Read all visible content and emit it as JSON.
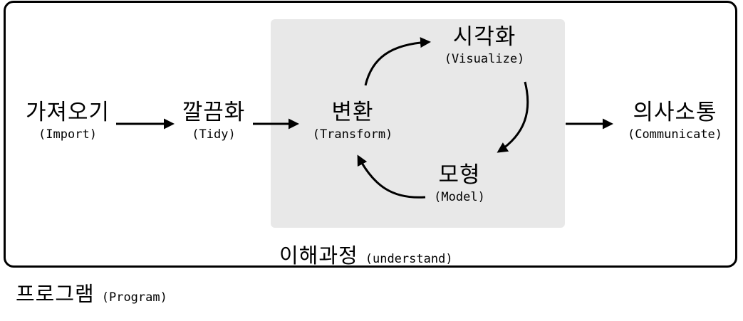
{
  "program": {
    "label_ko": "프로그램",
    "label_en": "(Program)"
  },
  "understand": {
    "label_ko": "이해과정",
    "label_en": "(understand)"
  },
  "nodes": {
    "import": {
      "ko": "가져오기",
      "en": "(Import)"
    },
    "tidy": {
      "ko": "깔끔화",
      "en": "(Tidy)"
    },
    "transform": {
      "ko": "변환",
      "en": "(Transform)"
    },
    "visualize": {
      "ko": "시각화",
      "en": "(Visualize)"
    },
    "model": {
      "ko": "모형",
      "en": "(Model)"
    },
    "communicate": {
      "ko": "의사소통",
      "en": "(Communicate)"
    }
  },
  "colors": {
    "stroke": "#000000",
    "panel": "#e8e8e8",
    "background": "#ffffff"
  }
}
